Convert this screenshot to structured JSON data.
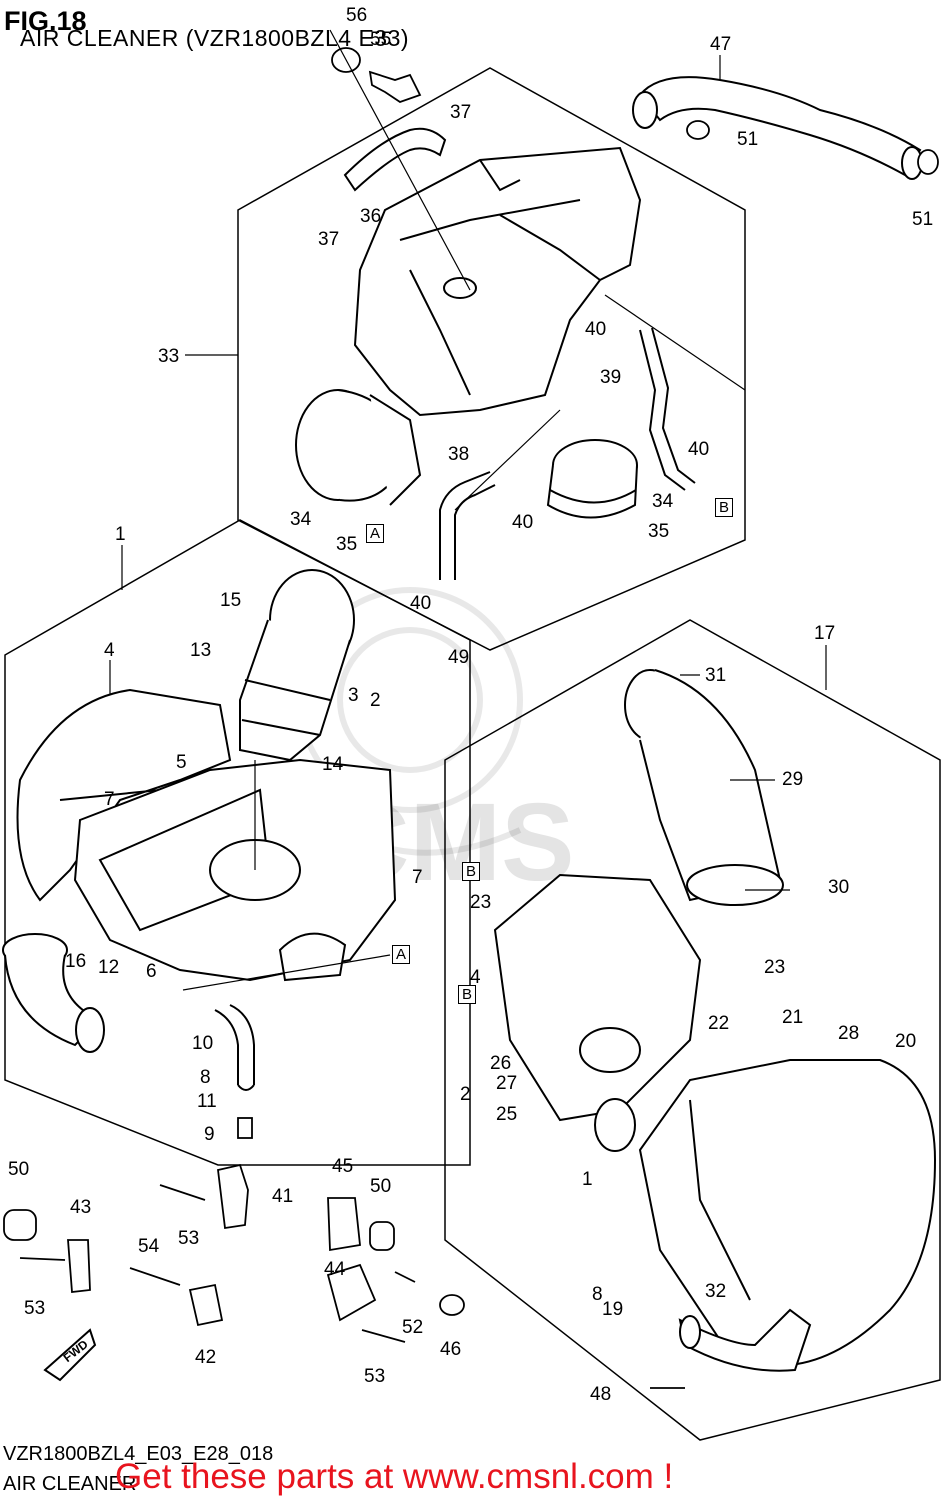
{
  "header": {
    "fig_title": "FIG.18",
    "subtitle": "AIR CLEANER (VZR1800BZL4 E33)"
  },
  "footer": {
    "diagram_code": "VZR1800BZL4_E03_E28_018",
    "caption": "AIR CLEANER",
    "promo": "Get these parts at www.cmsnl.com !"
  },
  "fwd_label": "FWD",
  "watermark_text": "CMS",
  "ref_boxes": [
    "A",
    "B",
    "A",
    "B",
    "B"
  ],
  "callouts": [
    "56",
    "55",
    "47",
    "37",
    "51",
    "37",
    "36",
    "51",
    "33",
    "40",
    "39",
    "38",
    "40",
    "34",
    "34",
    "40",
    "35",
    "35",
    "40",
    "1",
    "15",
    "17",
    "13",
    "49",
    "31",
    "4",
    "3",
    "2",
    "5",
    "29",
    "14",
    "7",
    "7",
    "23",
    "30",
    "12",
    "6",
    "16",
    "23",
    "4",
    "22",
    "21",
    "28",
    "20",
    "10",
    "26",
    "27",
    "8",
    "2",
    "25",
    "11",
    "9",
    "1",
    "50",
    "43",
    "45",
    "41",
    "50",
    "53",
    "54",
    "8",
    "19",
    "32",
    "53",
    "44",
    "52",
    "48",
    "42",
    "46",
    "53"
  ],
  "colors": {
    "line": "#000000",
    "promo": "#e8141e",
    "watermark": "#9a9a9a"
  }
}
